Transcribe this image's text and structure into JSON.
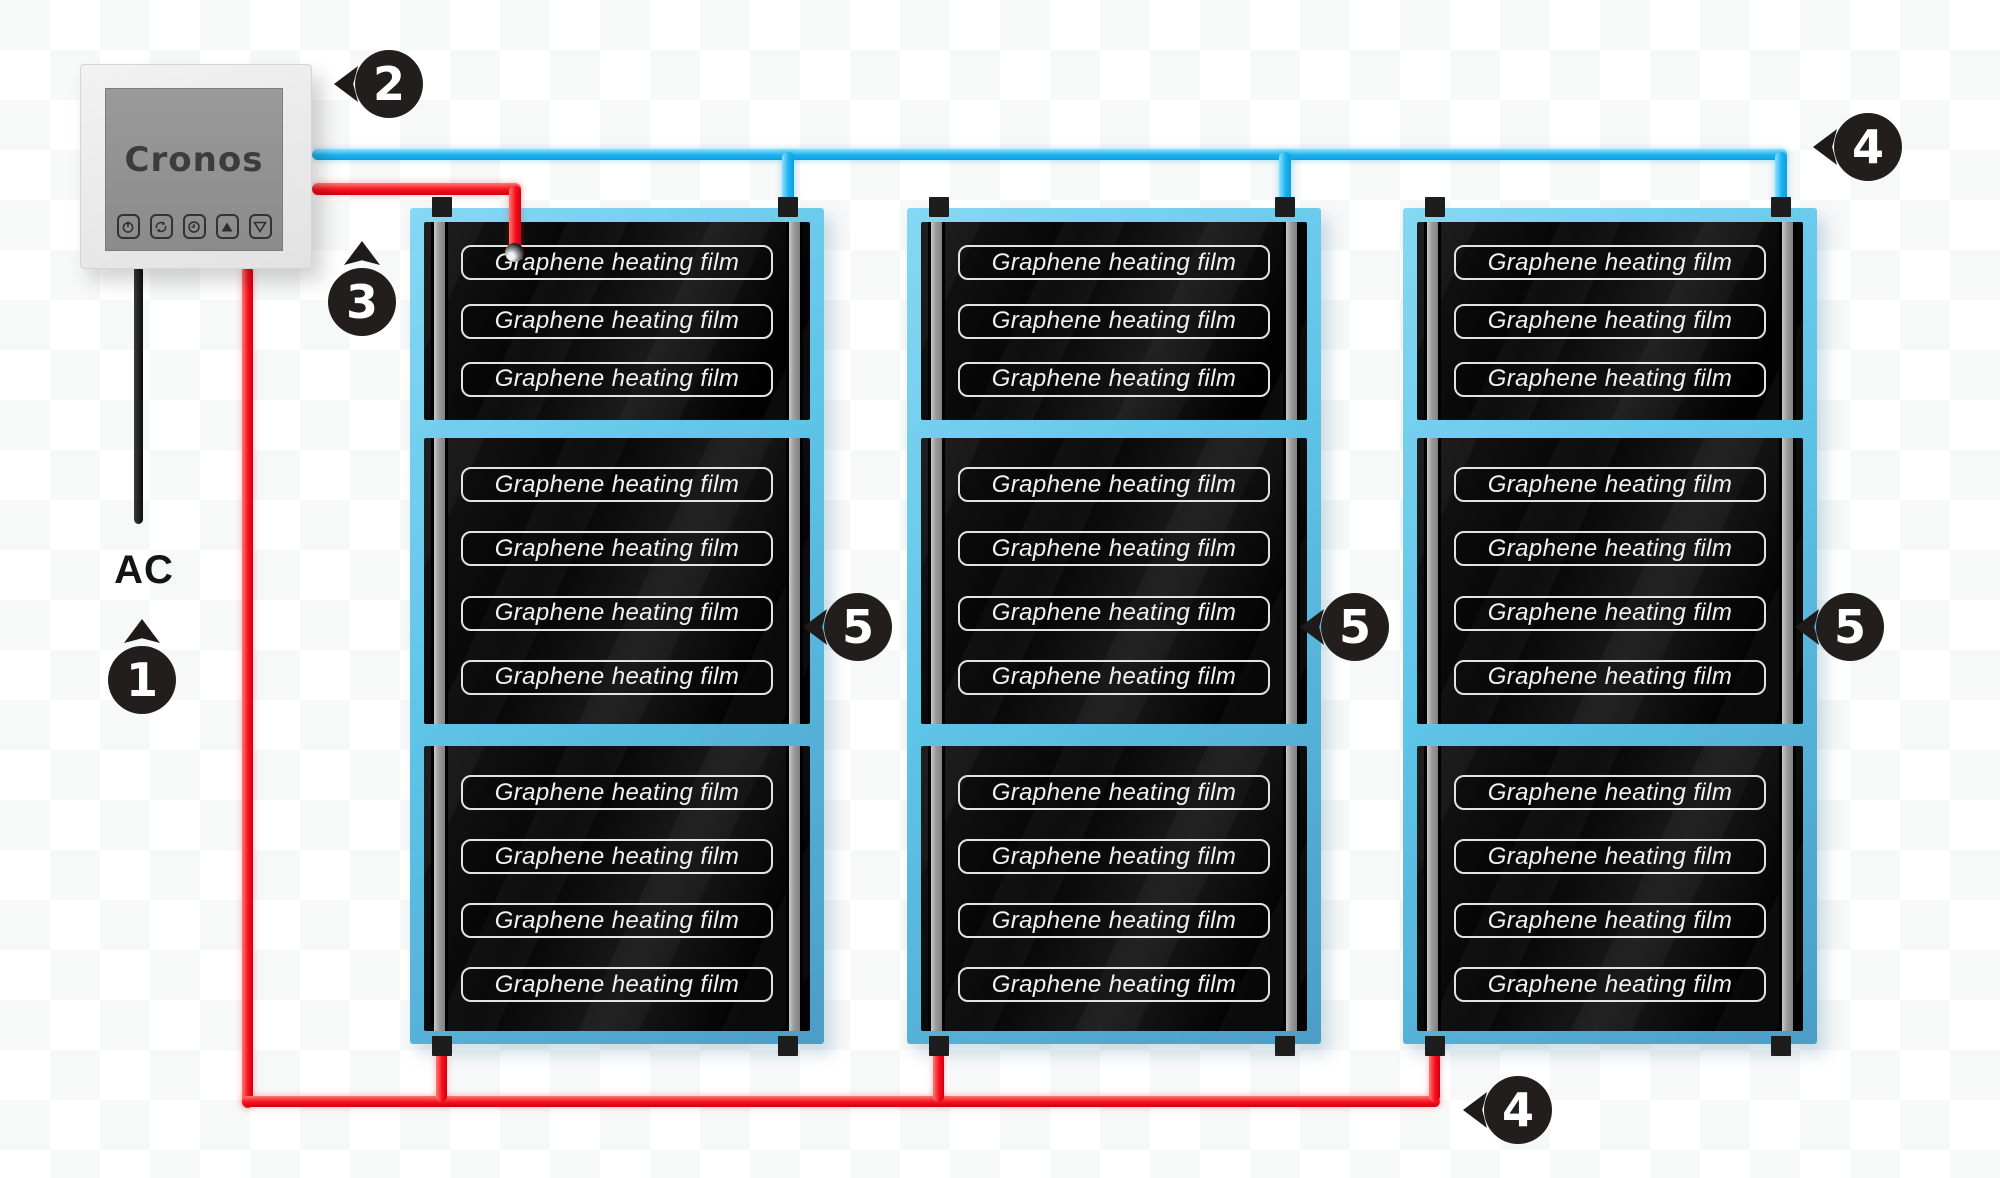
{
  "thermostat": {
    "brand": "Cronos",
    "buttons": [
      {
        "name": "power"
      },
      {
        "name": "mode"
      },
      {
        "name": "time"
      },
      {
        "name": "up"
      },
      {
        "name": "down"
      }
    ]
  },
  "labels": {
    "ac": "AC"
  },
  "panels": {
    "count": 3,
    "strip_label": "Graphene heating film",
    "sections_strips": [
      3,
      4,
      4
    ]
  },
  "markers": [
    {
      "number": "1",
      "arrow": "up",
      "target": "ac-power"
    },
    {
      "number": "2",
      "arrow": "left",
      "target": "thermostat"
    },
    {
      "number": "3",
      "arrow": "up",
      "target": "hot-wire-film-connection"
    },
    {
      "number": "4",
      "arrow": "left",
      "target": "neutral-bus-wire"
    },
    {
      "number": "4",
      "arrow": "left",
      "target": "hot-bus-wire"
    },
    {
      "number": "5",
      "arrow": "left",
      "target": "heating-panel-1"
    },
    {
      "number": "5",
      "arrow": "left",
      "target": "heating-panel-2"
    },
    {
      "number": "5",
      "arrow": "left",
      "target": "heating-panel-3"
    }
  ],
  "colors": {
    "hot_wire": "#f5101f",
    "neutral_wire": "#1cb2ef",
    "panel_blue": "#5ec4e8",
    "film_black": "#0a0a0a",
    "busbar_gray": "#9b9b9b",
    "callout_black": "#221e1e"
  }
}
